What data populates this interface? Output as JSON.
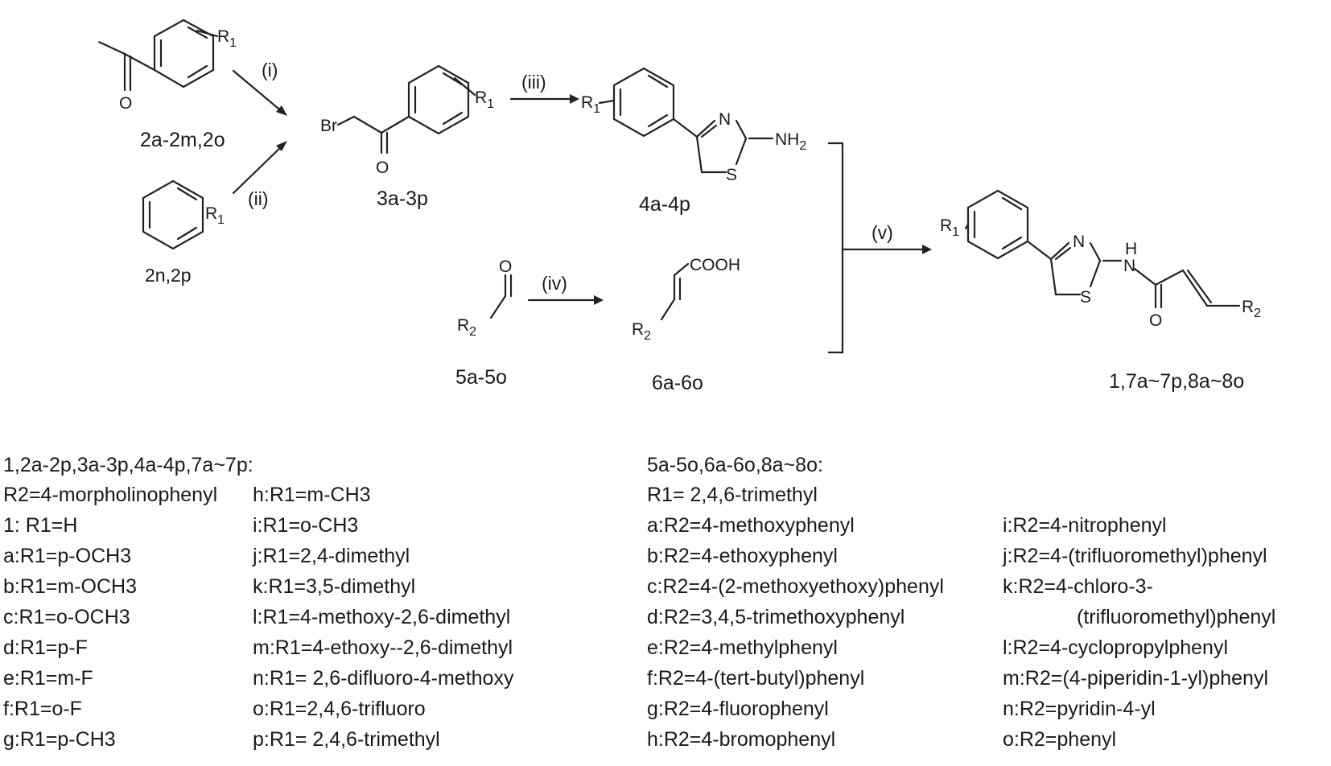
{
  "scheme": {
    "compounds": {
      "acetophenone": "2a-2m,2o",
      "arene": "2n,2p",
      "bromoketone": "3a-3p",
      "aminothiazole": "4a-4p",
      "aldehyde": "5a-5o",
      "acrylic_acid": "6a-6o",
      "product": "1,7a~7p,8a~8o"
    },
    "conditions": {
      "i": "(i)",
      "ii": "(ii)",
      "iii": "(iii)",
      "iv": "(iv)",
      "v": "(v)"
    },
    "atoms": {
      "O": "O",
      "Br": "Br",
      "N": "N",
      "S": "S",
      "NH2": "NH",
      "NH2_sub": "2",
      "NH_H": "H",
      "NH_N": "N",
      "COOH": "COOH",
      "R": "R",
      "sub1": "1",
      "sub2": "2"
    }
  },
  "legend_left": {
    "header": "1,2a-2p,3a-3p,4a-4p,7a~7p:",
    "r2_line": "R2=4-morpholinophenyl",
    "col1": [
      "1:  R1=H",
      "a:R1=p-OCH3",
      "b:R1=m-OCH3",
      "c:R1=o-OCH3",
      "d:R1=p-F",
      "e:R1=m-F",
      "f:R1=o-F",
      "g:R1=p-CH3"
    ],
    "col2": [
      "h:R1=m-CH3",
      "i:R1=o-CH3",
      "j:R1=2,4-dimethyl",
      "k:R1=3,5-dimethyl",
      "l:R1=4-methoxy-2,6-dimethyl",
      "m:R1=4-ethoxy--2,6-dimethyl",
      "n:R1= 2,6-difluoro-4-methoxy",
      "o:R1=2,4,6-trifluoro",
      "p:R1= 2,4,6-trimethyl"
    ]
  },
  "legend_right": {
    "header": "5a-5o,6a-6o,8a~8o:",
    "r1_line": "R1= 2,4,6-trimethyl",
    "col1": [
      "a:R2=4-methoxyphenyl",
      "b:R2=4-ethoxyphenyl",
      "c:R2=4-(2-methoxyethoxy)phenyl",
      "d:R2=3,4,5-trimethoxyphenyl",
      "e:R2=4-methylphenyl",
      "f:R2=4-(tert-butyl)phenyl",
      "g:R2=4-fluorophenyl",
      "h:R2=4-bromophenyl"
    ],
    "col2": [
      "i:R2=4-nitrophenyl",
      "j:R2=4-(trifluoromethyl)phenyl",
      "k:R2=4-chloro-3-",
      "(trifluoromethyl)phenyl",
      "l:R2=4-cyclopropylphenyl",
      "m:R2=(4-piperidin-1-yl)phenyl",
      "n:R2=pyridin-4-yl",
      "o:R2=phenyl"
    ]
  }
}
